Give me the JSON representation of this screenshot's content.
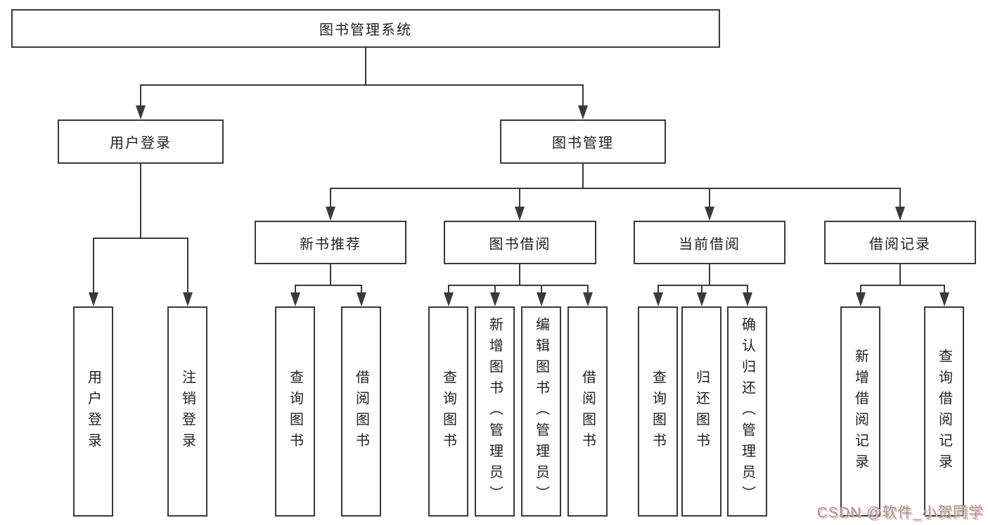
{
  "tree": {
    "root": {
      "label": "图书管理系统"
    },
    "l2": [
      {
        "label": "用户登录",
        "children": [
          {
            "label": "用户登录"
          },
          {
            "label": "注销登录"
          }
        ]
      },
      {
        "label": "图书管理",
        "children": [
          {
            "label": "新书推荐",
            "children": [
              {
                "label": "查询图书"
              },
              {
                "label": "借阅图书"
              }
            ]
          },
          {
            "label": "图书借阅",
            "children": [
              {
                "label": "查询图书"
              },
              {
                "label": "新增图书（管理员）"
              },
              {
                "label": "编辑图书（管理员）"
              },
              {
                "label": "借阅图书"
              }
            ]
          },
          {
            "label": "当前借阅",
            "children": [
              {
                "label": "查询图书"
              },
              {
                "label": "归还图书"
              },
              {
                "label": "确认归还（管理员）"
              }
            ]
          },
          {
            "label": "借阅记录",
            "children": [
              {
                "label": "新增借阅记录"
              },
              {
                "label": "查询借阅记录"
              }
            ]
          }
        ]
      }
    ]
  },
  "watermark": {
    "text": "CSDN @软件_小贺同学"
  },
  "colors": {
    "line": "#3a3a3a",
    "box_border": "#3a3a3a",
    "box_fill": "#ffffff",
    "text": "#222222",
    "background": "#ffffff",
    "watermark_text": "#9a9a9a",
    "watermark_shadow": "#f3b3ae"
  }
}
